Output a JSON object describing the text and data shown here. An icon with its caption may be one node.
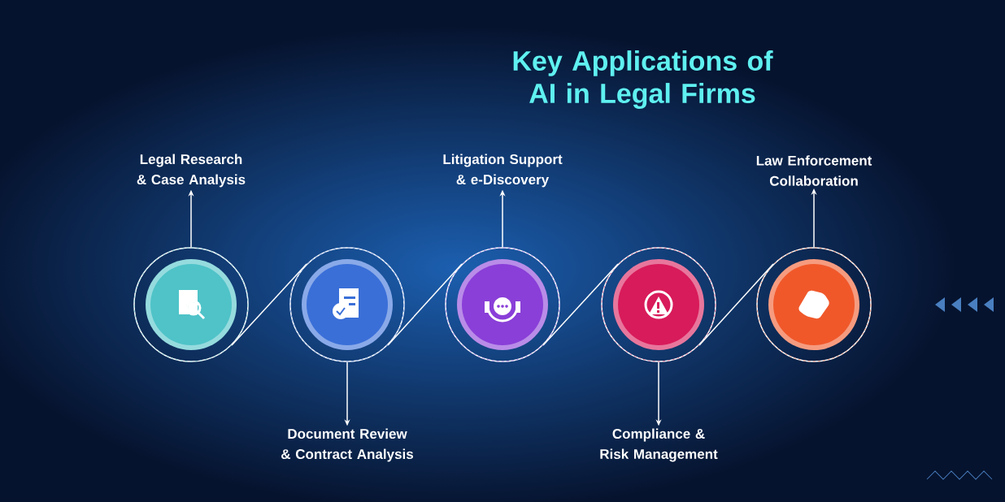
{
  "diagram": {
    "title": "Key Applications of AI in Legal Firms",
    "nodes": [
      {
        "text": [],
        "shape": "circle"
      },
      {
        "text": [],
        "shape": "circle"
      },
      {
        "text": [],
        "shape": "circle"
      },
      {
        "text": [],
        "shape": "circle"
      },
      {
        "text": [],
        "shape": "circle"
      },
      {
        "text": [
          "Legal Research & Case Analysis"
        ]
      },
      {
        "text": [
          "Document Review & Contract Analysis"
        ]
      },
      {
        "text": [
          "Litigation Support & e-Discovery"
        ]
      },
      {
        "text": [
          "Compliance & Risk Management"
        ]
      },
      {
        "text": [
          "Law Enforcement Collaboration"
        ]
      }
    ],
    "edges": [
      {
        "from": 0,
        "to": 1,
        "arrow": "none"
      },
      {
        "from": 1,
        "to": 2,
        "arrow": "none"
      },
      {
        "from": 2,
        "to": 3,
        "arrow": "none"
      },
      {
        "from": 3,
        "to": 4,
        "arrow": "none"
      },
      {
        "from": 0,
        "to": 5,
        "arrow": "to"
      },
      {
        "from": 1,
        "to": 6,
        "arrow": "to"
      },
      {
        "from": 2,
        "to": 7,
        "arrow": "to"
      },
      {
        "from": 3,
        "to": 8,
        "arrow": "to"
      },
      {
        "from": 4,
        "to": 9,
        "arrow": "to"
      }
    ]
  }
}
